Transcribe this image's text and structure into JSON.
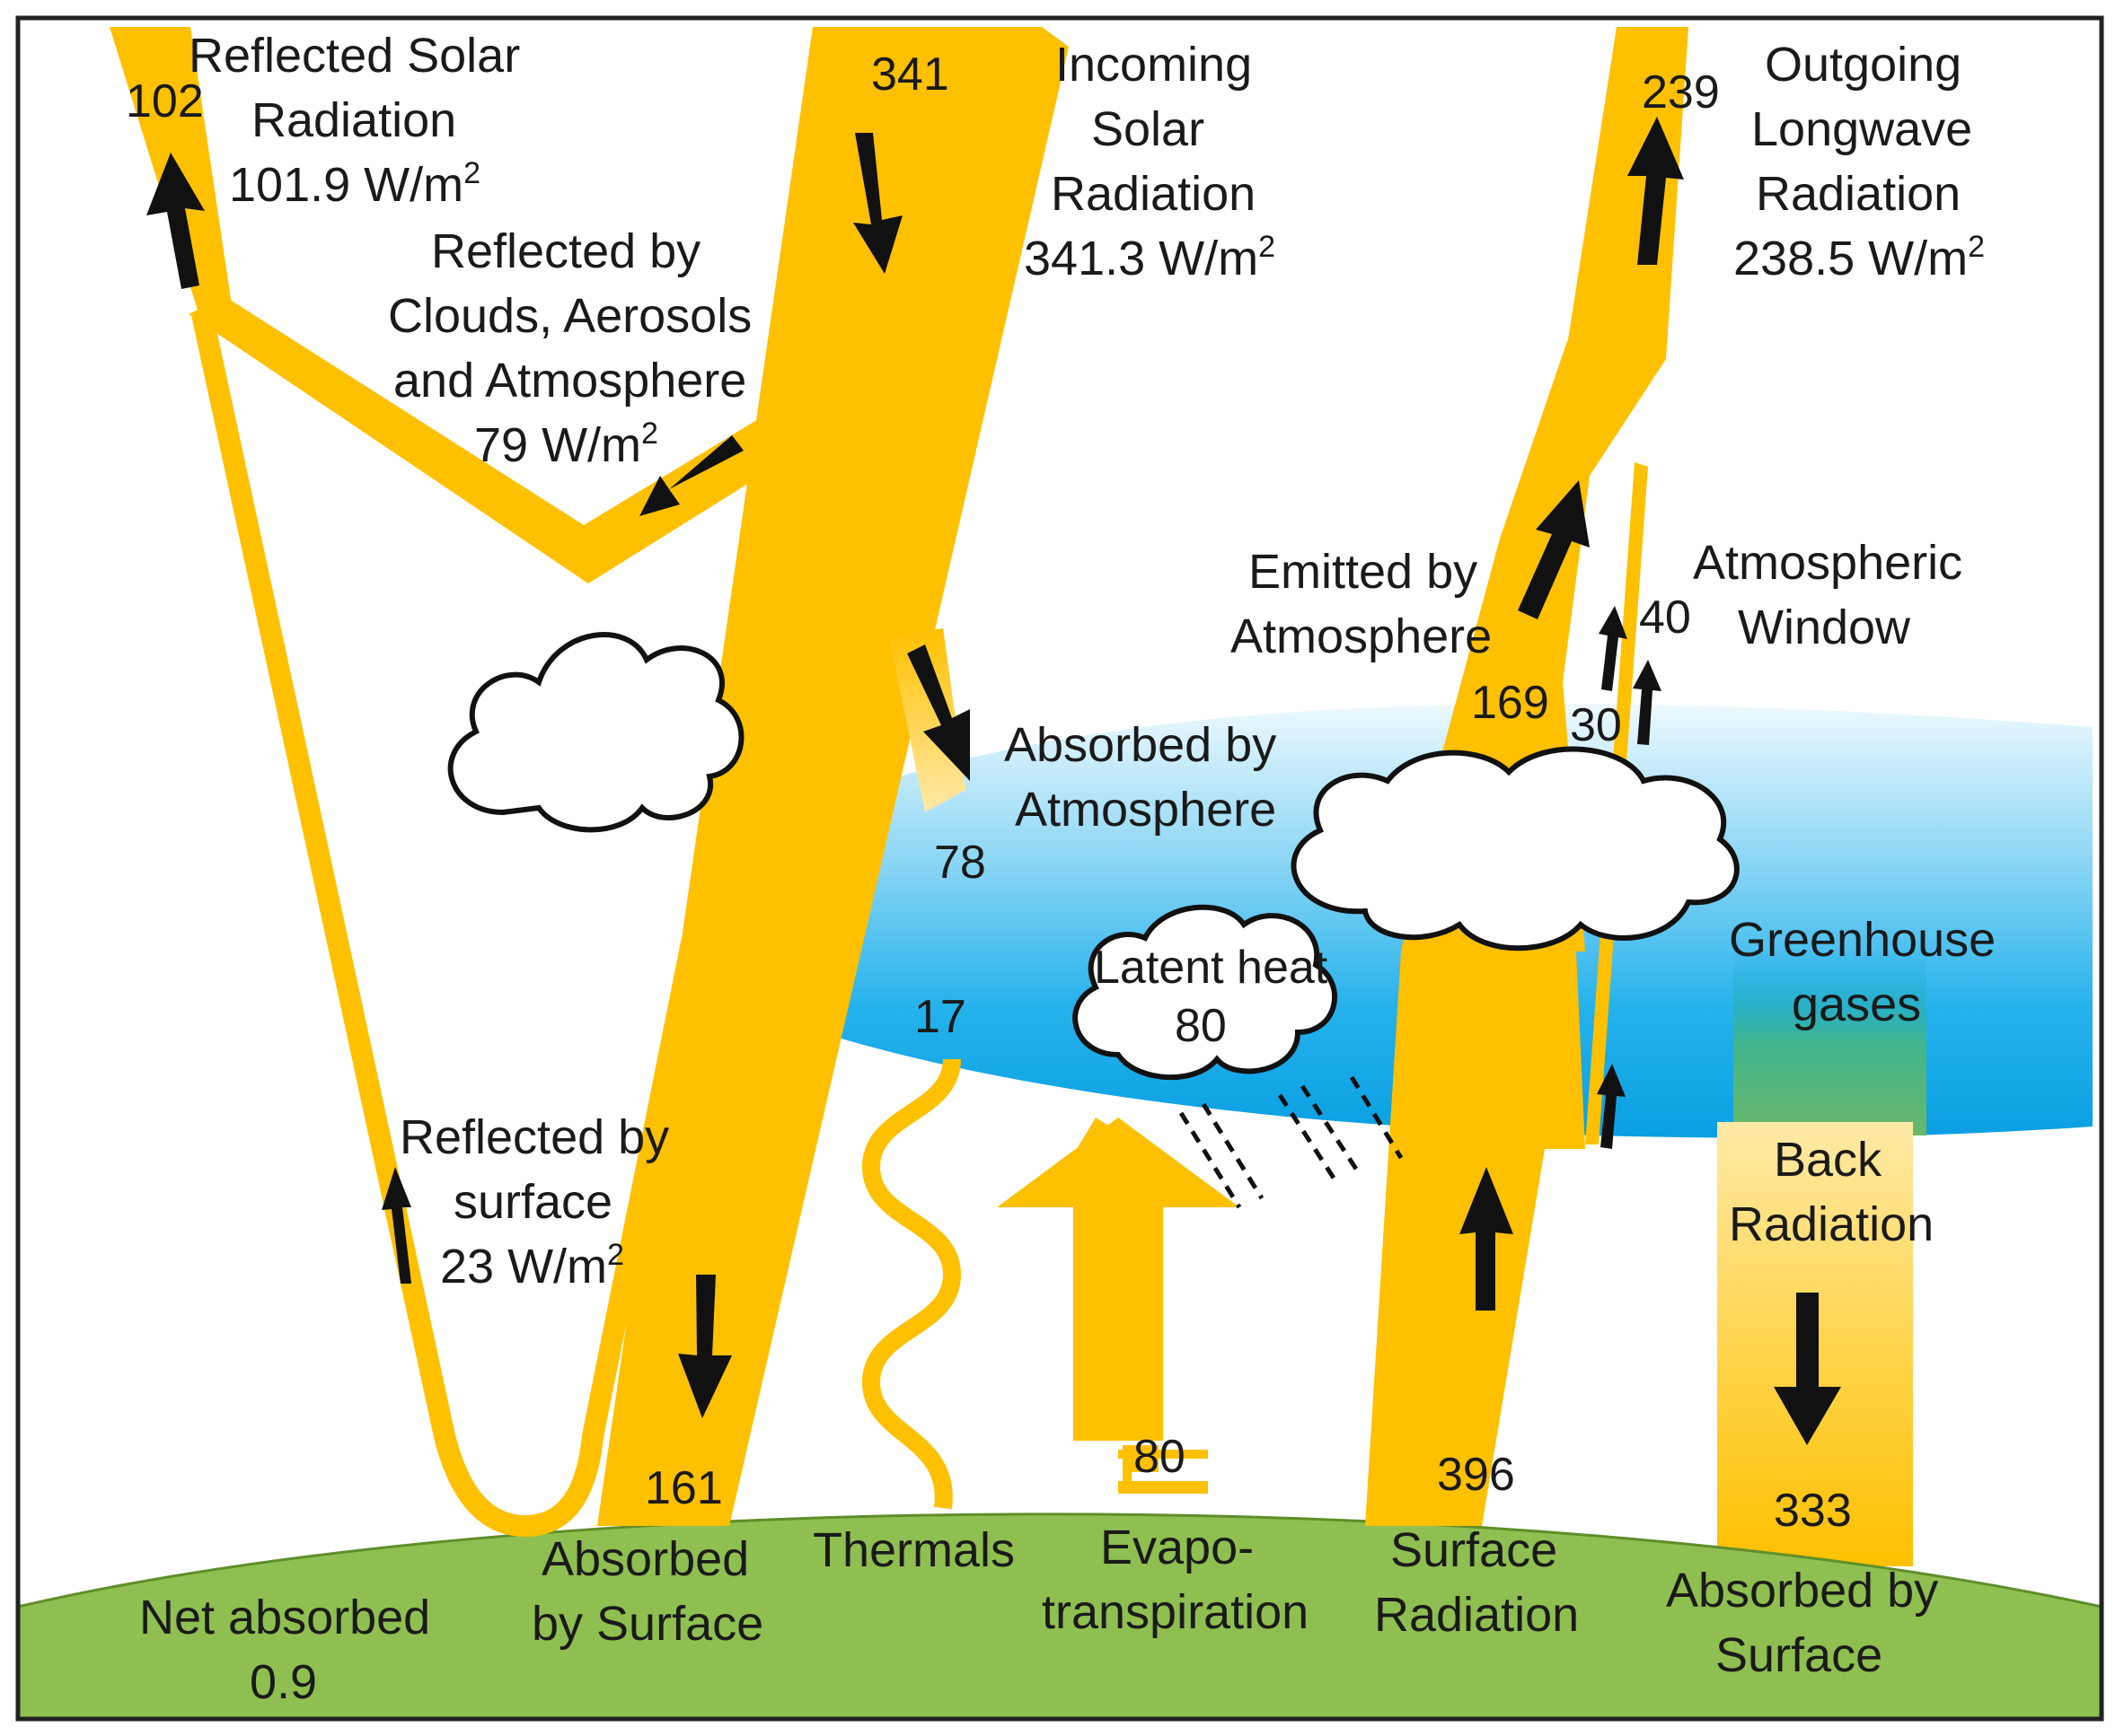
{
  "colors": {
    "flow": "#FFC000",
    "flow_light": "#FFD966",
    "sky_top": "#E8F7FD",
    "sky_bottom": "#0FA8E8",
    "ground": "#8FBF50",
    "ground_edge": "#5E8E2A",
    "arrow": "#111111",
    "border": "#222222"
  },
  "reflected_solar": {
    "value": "102",
    "label_line1": "Reflected Solar",
    "label_line2": "Radiation",
    "amount": "101.9 W/m",
    "unit_exp": "2"
  },
  "incoming_solar": {
    "value": "341",
    "label_line1": "Incoming",
    "label_line2": "Solar",
    "label_line3": "Radiation",
    "amount": "341.3 W/m",
    "unit_exp": "2"
  },
  "outgoing_longwave": {
    "value": "239",
    "label_line1": "Outgoing",
    "label_line2": "Longwave",
    "label_line3": "Radiation",
    "amount": "238.5 W/m",
    "unit_exp": "2"
  },
  "reflected_clouds": {
    "label_line1": "Reflected by",
    "label_line2": "Clouds, Aerosols",
    "label_line3": "and Atmosphere",
    "amount": "79 W/m",
    "unit_exp": "2"
  },
  "emitted_atmosphere": {
    "label_line1": "Emitted by",
    "label_line2": "Atmosphere",
    "value": "169"
  },
  "atmospheric_window": {
    "label_line1": "Atmospheric",
    "label_line2": "Window",
    "value_top": "40",
    "value_bottom": "30"
  },
  "absorbed_atmosphere": {
    "label_line1": "Absorbed by",
    "label_line2": "Atmosphere",
    "value": "78"
  },
  "latent_heat": {
    "label": "Latent heat",
    "value": "80"
  },
  "greenhouse": {
    "label_line1": "Greenhouse",
    "label_line2": "gases"
  },
  "back_radiation": {
    "label_line1": "Back",
    "label_line2": "Radiation",
    "value": "333"
  },
  "reflected_surface": {
    "label_line1": "Reflected by",
    "label_line2": "surface",
    "amount": "23 W/m",
    "unit_exp": "2"
  },
  "thermals": {
    "value": "17",
    "label": "Thermals"
  },
  "evapotranspiration": {
    "value": "80",
    "label_line1": "Evapo-",
    "label_line2": "transpiration"
  },
  "surface_radiation": {
    "value": "396",
    "label_line1": "Surface",
    "label_line2": "Radiation"
  },
  "absorbed_surface_solar": {
    "value": "161",
    "label_line1": "Absorbed",
    "label_line2": "by Surface"
  },
  "absorbed_surface_back": {
    "label_line1": "Absorbed by",
    "label_line2": "Surface"
  },
  "net_absorbed": {
    "label": "Net absorbed",
    "value": "0.9"
  }
}
